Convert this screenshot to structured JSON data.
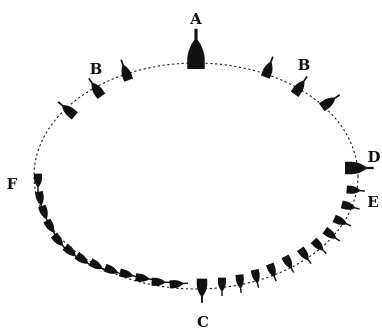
{
  "labels": {
    "a": "A",
    "b_left": "B",
    "b_right": "B",
    "c": "C",
    "d": "D",
    "e": "E",
    "f": "F"
  },
  "colors": {
    "ink": "#111111",
    "paper": "#ffffff"
  }
}
